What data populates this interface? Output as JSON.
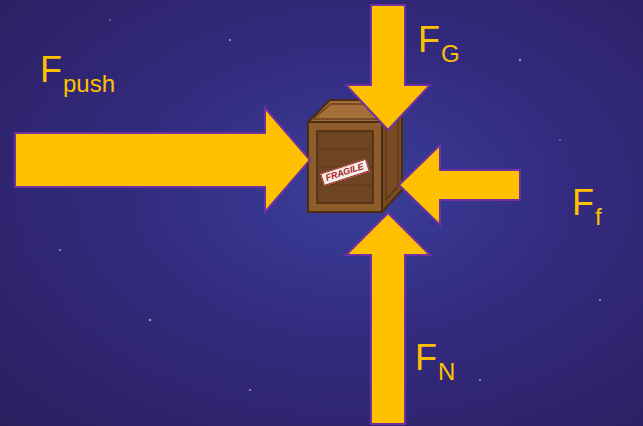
{
  "diagram": {
    "labels": [
      "F",
      "G",
      "F",
      "push",
      "F",
      "f",
      "F",
      "N",
      "FRAGILE"
    ]
  }
}
